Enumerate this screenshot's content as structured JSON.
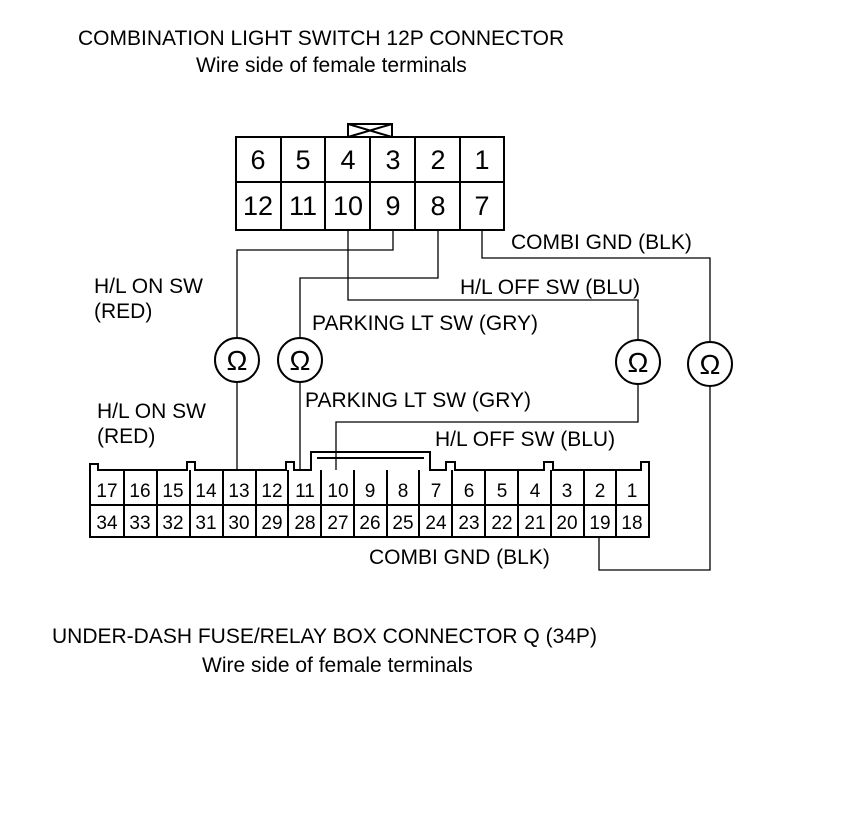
{
  "top_connector": {
    "title": "COMBINATION LIGHT SWITCH 12P CONNECTOR",
    "subtitle": "Wire side of female terminals",
    "row1": [
      "6",
      "5",
      "4",
      "3",
      "2",
      "1"
    ],
    "row2": [
      "12",
      "11",
      "10",
      "9",
      "8",
      "7"
    ]
  },
  "bottom_connector": {
    "title": "UNDER-DASH FUSE/RELAY BOX CONNECTOR Q (34P)",
    "subtitle": "Wire side of female terminals",
    "row1": [
      "17",
      "16",
      "15",
      "14",
      "13",
      "12",
      "11",
      "10",
      "9",
      "8",
      "7",
      "6",
      "5",
      "4",
      "3",
      "2",
      "1"
    ],
    "row2": [
      "34",
      "33",
      "32",
      "31",
      "30",
      "29",
      "28",
      "27",
      "26",
      "25",
      "24",
      "23",
      "22",
      "21",
      "20",
      "19",
      "18"
    ]
  },
  "wire_labels": {
    "hl_on_sw_upper_1": "H/L ON SW",
    "hl_on_sw_upper_2": "(RED)",
    "hl_on_sw_lower_1": "H/L ON SW",
    "hl_on_sw_lower_2": "(RED)",
    "combi_gnd_upper": "COMBI GND (BLK)",
    "hl_off_sw_upper": "H/L OFF SW (BLU)",
    "parking_lt_sw_upper": "PARKING LT SW (GRY)",
    "parking_lt_sw_lower": "PARKING LT SW (GRY)",
    "hl_off_sw_lower": "H/L OFF SW (BLU)",
    "combi_gnd_lower": "COMBI GND (BLK)"
  },
  "ohmmeter_symbol": "Ω"
}
